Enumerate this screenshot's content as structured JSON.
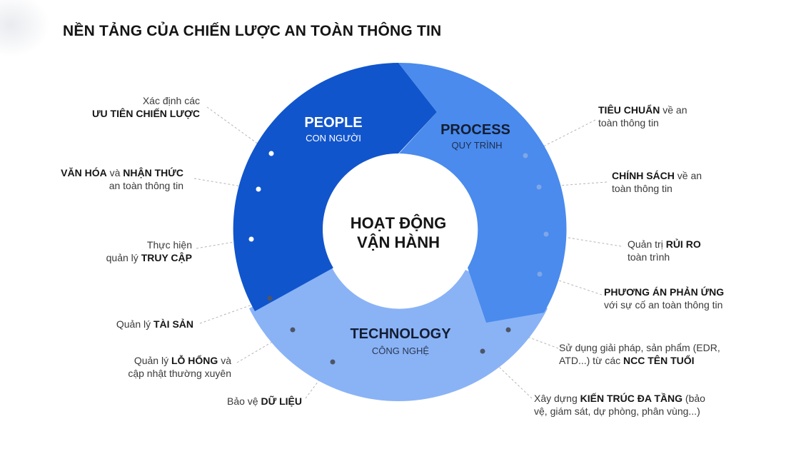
{
  "title": "NỀN TẢNG CỦA CHIẾN LƯỢC AN TOÀN THÔNG TIN",
  "center": {
    "line1": "HOẠT ĐỘNG",
    "line2": "VẬN HÀNH"
  },
  "segments": {
    "people": {
      "title": "PEOPLE",
      "subtitle": "CON NGƯỜI",
      "color": "#1155cc"
    },
    "process": {
      "title": "PROCESS",
      "subtitle": "QUY TRÌNH",
      "color": "#4a8bed"
    },
    "technology": {
      "title": "TECHNOLOGY",
      "subtitle": "CÔNG NGHỆ",
      "color": "#8ab3f6"
    }
  },
  "annotations": {
    "people_1": {
      "l1_a": "Xác định các",
      "l2_b": "ƯU TIÊN CHIẾN LƯỢC"
    },
    "people_2": {
      "l1_b1": "VĂN HÓA",
      "l1_a": " và ",
      "l1_b2": "NHẬN THỨC",
      "l2_a": "an toàn thông tin"
    },
    "people_3": {
      "l1_a": "Thực hiện",
      "l2_a": "quản lý ",
      "l2_b": "TRUY CẬP"
    },
    "process_1": {
      "l1_b": "TIÊU CHUẨN",
      "l1_a": " về an",
      "l2_a": "toàn thông tin"
    },
    "process_2": {
      "l1_b": "CHÍNH SÁCH",
      "l1_a": " về an",
      "l2_a": "toàn thông tin"
    },
    "process_3": {
      "l1_a": "Quản trị ",
      "l1_b": "RỦI RO",
      "l2_a": "toàn trình"
    },
    "process_4": {
      "l1_b": "PHƯƠNG ÁN PHẢN ỨNG",
      "l2_a": "với sự cố an toàn thông tin"
    },
    "tech_1": {
      "l1_a": "Quản lý ",
      "l1_b": "TÀI SẢN"
    },
    "tech_2": {
      "l1_a": "Quản lý ",
      "l1_b": "LỖ HỔNG",
      "l1_c": " và",
      "l2_a": "cập nhật thường xuyên"
    },
    "tech_3": {
      "l1_a": "Bảo vệ ",
      "l1_b": "DỮ LIỆU"
    },
    "tech_4": {
      "l1_a": "Sử dụng giải pháp, sản phẩm (EDR,",
      "l2_a": "ATD...) từ các ",
      "l2_b": "NCC TÊN TUỔI"
    },
    "tech_5": {
      "l1_a": "Xây dựng ",
      "l1_b": "KIẾN TRÚC ĐA TẦNG",
      "l1_c": " (bảo",
      "l2_a": "vệ, giám sát, dự phòng, phân vùng...)"
    }
  }
}
